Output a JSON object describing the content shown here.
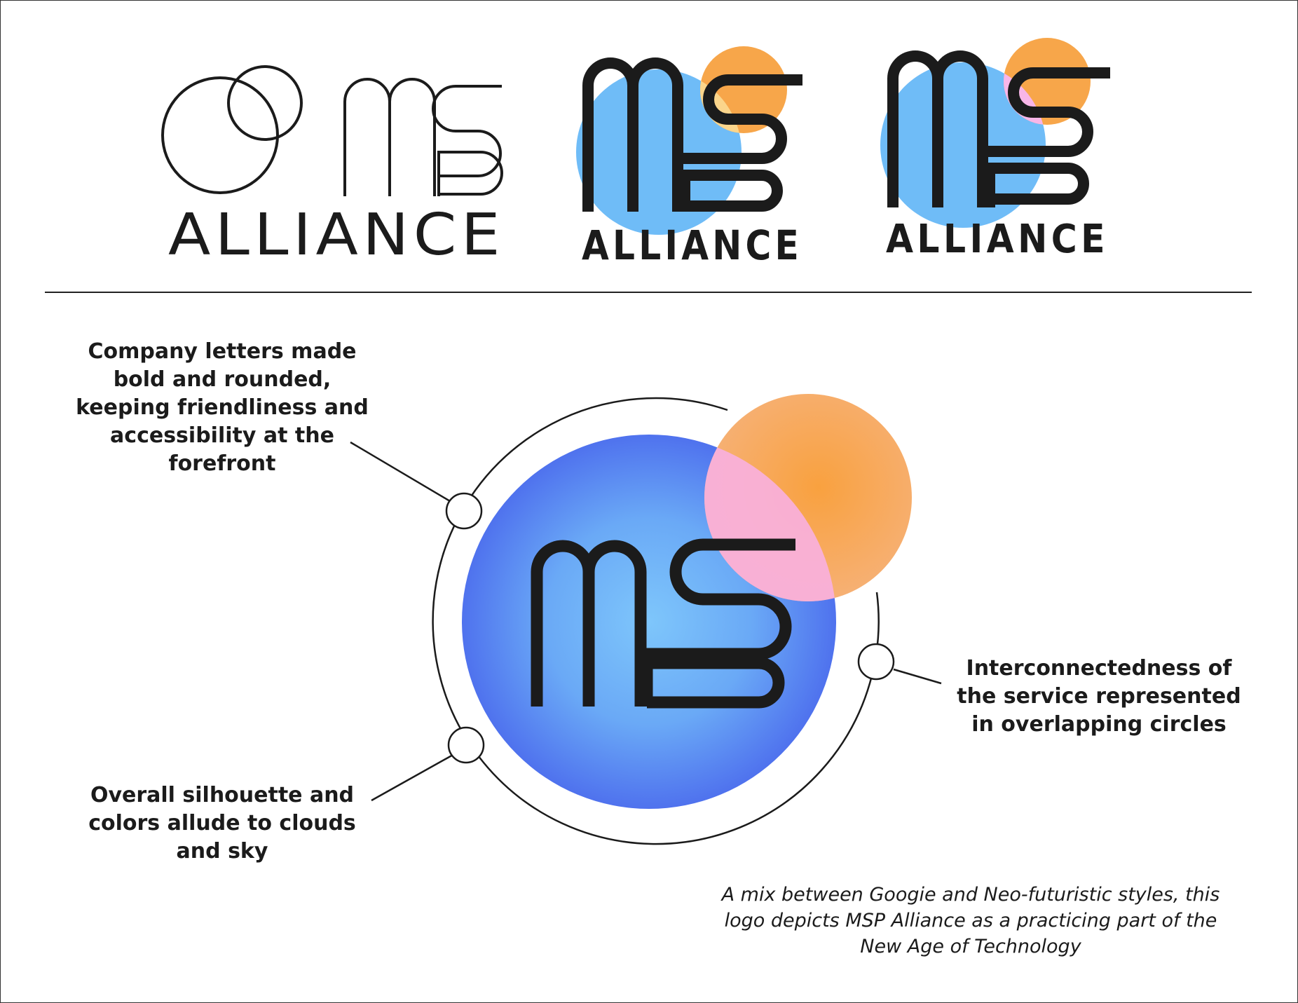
{
  "logos": [
    {
      "variant": "outline",
      "monogram": "MSP",
      "wordmark": "ALLIANCE"
    },
    {
      "variant": "color-yellow-overlap",
      "monogram": "MSP",
      "wordmark": "ALLIANCE"
    },
    {
      "variant": "color-pink-overlap",
      "monogram": "MSP",
      "wordmark": "ALLIANCE"
    }
  ],
  "annotations": {
    "letters": "Company letters made bold and rounded, keeping friendliness and accessibility at the forefront",
    "silhouette": "Overall silhouette and colors allude to clouds and sky",
    "interconnected": "Interconnectedness of the service represented in overlapping circles"
  },
  "caption": "A mix between Googie and Neo-futuristic styles, this logo depicts MSP Alliance as a practicing part of the New Age of Technology",
  "colors": {
    "ink": "#1b1b1b",
    "sky_blue": "#6fbcf7",
    "deep_blue": "#4f77ef",
    "orange": "#f7a64a",
    "yellow_overlap": "#fbd58b",
    "pink_overlap": "#f8b6e8"
  },
  "icons": [
    "msp-monogram-icon",
    "overlapping-circles-icon",
    "callout-dot-icon"
  ]
}
